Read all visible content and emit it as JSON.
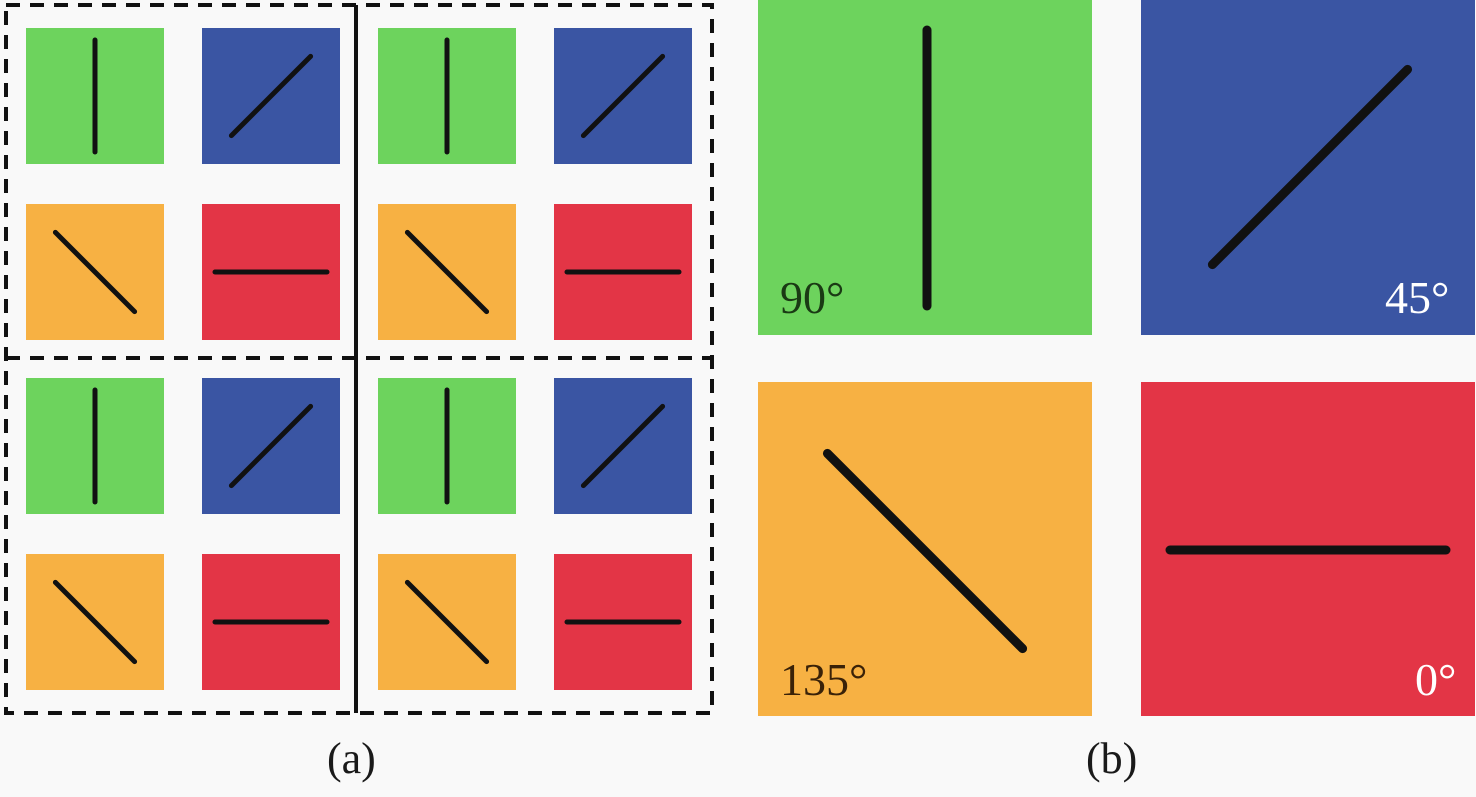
{
  "colors": {
    "green": "#6dd35d",
    "blue": "#3a55a3",
    "orange": "#f7b143",
    "red": "#e33546",
    "line": "#111111",
    "background": "#f9f9f9"
  },
  "panel_a": {
    "caption": "(a)",
    "superpixel": [
      {
        "orientation_deg": 90,
        "color": "green",
        "icon": "vertical-line-icon"
      },
      {
        "orientation_deg": 45,
        "color": "blue",
        "icon": "diagonal-up-line-icon"
      },
      {
        "orientation_deg": 135,
        "color": "orange",
        "icon": "diagonal-down-line-icon"
      },
      {
        "orientation_deg": 0,
        "color": "red",
        "icon": "horizontal-line-icon"
      }
    ],
    "superpixel_grid": {
      "rows": 2,
      "cols": 2
    }
  },
  "panel_b": {
    "caption": "(b)",
    "cells": [
      {
        "label": "90°",
        "orientation_deg": 90,
        "color": "green",
        "label_color": "#1a3a14"
      },
      {
        "label": "45°",
        "orientation_deg": 45,
        "color": "blue",
        "label_color": "#ffffff"
      },
      {
        "label": "135°",
        "orientation_deg": 135,
        "color": "orange",
        "label_color": "#3a2208"
      },
      {
        "label": "0°",
        "orientation_deg": 0,
        "color": "red",
        "label_color": "#ffffff"
      }
    ]
  }
}
